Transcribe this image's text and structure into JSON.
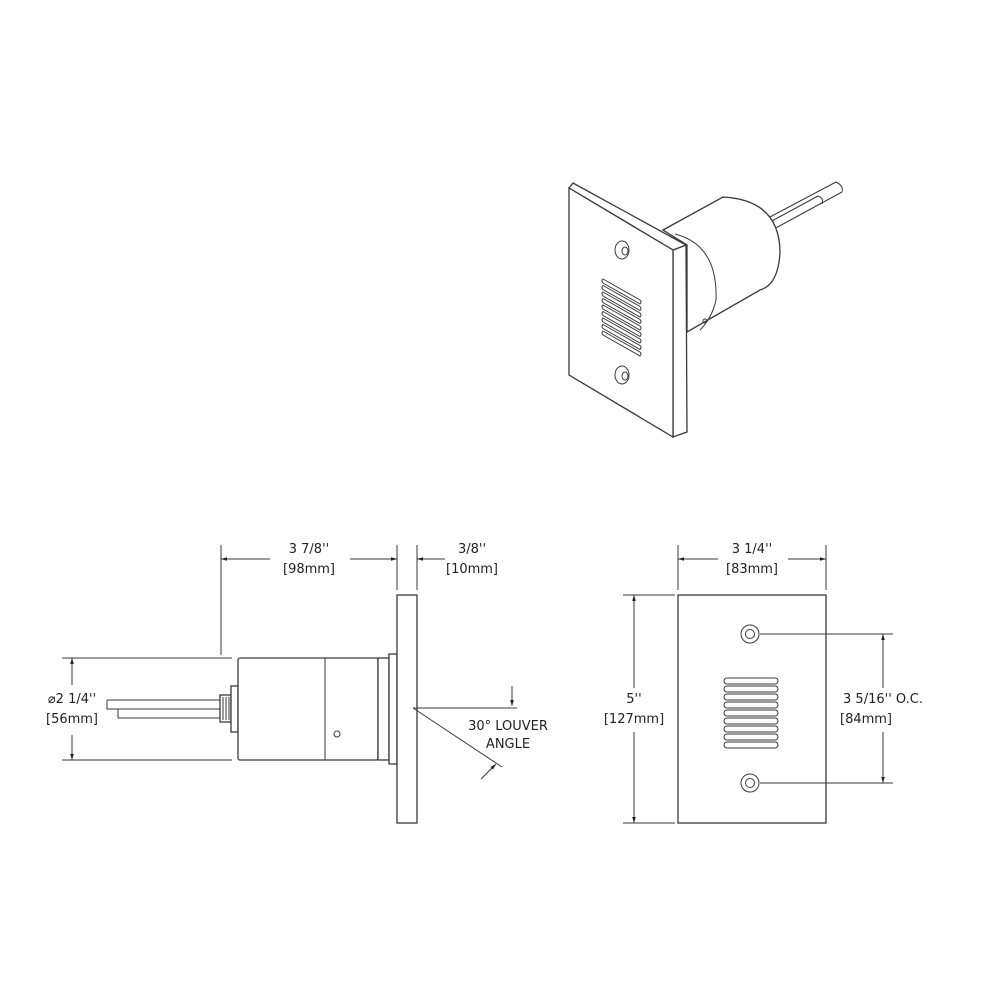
{
  "colors": {
    "line": "#3a3a3a",
    "background": "#ffffff"
  },
  "dimensions": {
    "depth": {
      "imperial": "3 7/8''",
      "metric": "[98mm]"
    },
    "plate_thickness": {
      "imperial": "3/8''",
      "metric": "[10mm]"
    },
    "diameter": {
      "imperial": "⌀2 1/4''",
      "metric": "[56mm]"
    },
    "louver_angle": {
      "line1": "30° LOUVER",
      "line2": "ANGLE"
    },
    "width": {
      "imperial": "3 1/4''",
      "metric": "[83mm]"
    },
    "height": {
      "imperial": "5''",
      "metric": "[127mm]"
    },
    "hole_spacing": {
      "imperial": "3 5/16''  O.C.",
      "metric": "[84mm]"
    }
  }
}
